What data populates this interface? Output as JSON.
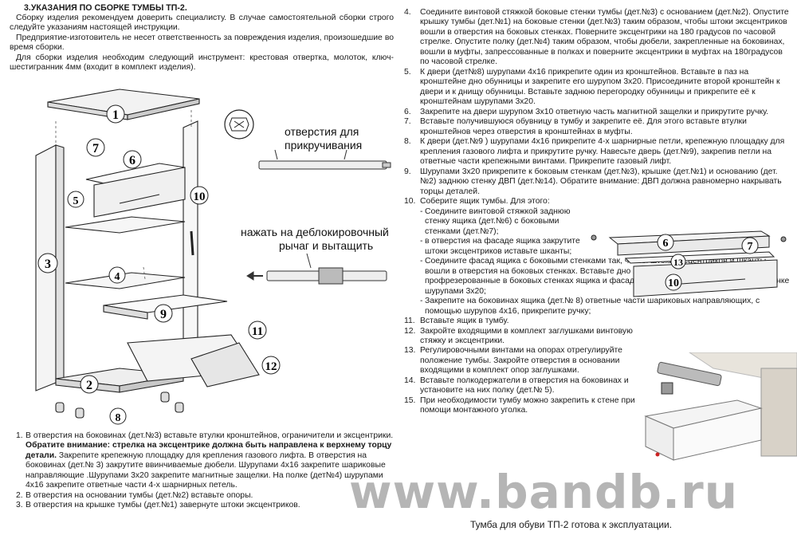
{
  "header": {
    "title": "3.УКАЗАНИЯ ПО СБОРКЕ ТУМБЫ ТП-2.",
    "p1": "Сборку изделия рекомендуем доверить специалисту. В случае самостоятельной сборки строго следуйте указаниям настоящей инструкции.",
    "p2": "Предприятие-изготовитель не несет ответственность за повреждения изделия, произошедшие во время сборки.",
    "p3": "Для сборки изделия необходим следующий инструмент: крестовая отвертка, молоток, ключ-шестигранник 4мм (входит в комплект изделия)."
  },
  "diagram": {
    "label_holes": "отверстия для",
    "label_holes2": "прикручивания",
    "label_lever": "нажать на деблокировочный",
    "label_lever2": "рычаг и вытащить",
    "parts": [
      "1",
      "2",
      "3",
      "4",
      "5",
      "6",
      "7",
      "8",
      "9",
      "10",
      "11",
      "12"
    ]
  },
  "steps_left": [
    {
      "num": "1.",
      "text": "В отверстия на боковинах (дет.№3)  вставьте втулки кронштейнов, ограничители и эксцентрики. ",
      "bold": "Обратите внимание: стрелка на эксцентрике  должна быть направлена к верхнему торцу детали.",
      "text2": " Закрепите крепежную площадку для крепления газового лифта. В отверстия на боковинах (дет.№ 3) закрутите ввинчиваемые дюбели. Шурупами 4х16 закрепите шариковые направляющие .Шурупами 3х20 закрепите магнитные защелки. На полке (дет№4) шурупами 4х16 закрепите ответные части 4-х шарнирных петель."
    },
    {
      "num": "2.",
      "text": "В отверстия на основании тумбы (дет.№2) вставьте опоры."
    },
    {
      "num": "3.",
      "text": "В отверстия на крышке тумбы (дет.№1) завернуте штоки эксцентриков."
    }
  ],
  "steps_right": [
    {
      "num": "4.",
      "text": "Соедините винтовой стяжкой  боковые стенки тумбы (дет.№3) с основанием (дет.№2). Опустите крышку тумбы (дет.№1) на боковые  стенки (дет.№3) таким образом, чтобы штоки эксцентриков вошли в отверстия на боковых стенках.  Поверните эксцентрики на 180 градусов по часовой стрелке. Опустите полку (дет.№4) таким образом, чтобы дюбели, закрепленные на боковинах, вошли в муфты, запрессованные в полках и поверните эксцентрики в муфтах на 180градусов по часовой  стрелке."
    },
    {
      "num": "5.",
      "text": "К двери (дет№8) шурупами 4х16 прикрепите один из кронштейнов. Вставьте в паз на кронштейне дно обунницы и закрепите его шурупом 3х20. Присоедините второй кронштейн к двери и к днищу обунницы. Вставьте заднюю перегородку обунницы и прикрепите её к кронштейнам шурупами 3х20."
    },
    {
      "num": "6.",
      "text": "Закрепите на двери шурупом 3х10 ответную часть магнитной защелки  и прикрутите ручку."
    },
    {
      "num": "7.",
      "text": "Вставьте получившуюся обувницу в тумбу и закрепите её. Для этого вставьте втулки кронштейнов через отверстия в кронштейнах в муфты."
    },
    {
      "num": "8.",
      "text": "К двери (дет.№9 ) шурупами 4х16 прикрепите 4-х шарнирные петли, крепежную площадку для крепления газового лифта и прикрутите ручку. Навесьте  дверь  (дет.№9), закрепив петли на ответные части крепежными винтами. Прикрепите газовый лифт."
    },
    {
      "num": "9.",
      "text": "Шурупами 3х20  прикрепите к боковым стенкам (дет.№3), крышке (дет.№1) и основанию (дет.№2) заднюю стенку ДВП (дет.№14). Обратите  внимание: ДВП должна равномерно накрывать торцы деталей."
    },
    {
      "num": "10.",
      "text": "Соберите ящик тумбы. Для этого:"
    }
  ],
  "steps_sub": [
    "Соедините винтовой стяжкой заднюю стенку ящика (дет.№6) с боковыми стенками (дет.№7);",
    "в отверстия на фасаде ящика закрутите штоки  эксцентриков иставьте шканты;",
    "Соедините фасад ящика с боковыми стенками так, чтобы штоки эксцентриков и шканты вошли в отверстия на боковых стенках. Вставьте дно ящика (дет.№13) в пазы, профрезерованные в боковых стенках ящика и фасаде. Закрепите дно ящика к задней стенке шурупами 3х20;",
    "Закрепите на боковинах ящика (дет.№ 8) ответные части  шариковых направляющих, с помощью шурупов 4х16, прикрепите ручку;"
  ],
  "steps_right2": [
    {
      "num": "11.",
      "text": "Вставьте ящик в тумбу."
    },
    {
      "num": "12.",
      "text": "Закройте входящими в комплект заглушками винтовую стяжку и эксцентрики."
    },
    {
      "num": "13.",
      "text": "Регулировочными винтами на опорах отрегулируйте положение тумбы. Закройте отверстия  в основании входящими в комплект опор заглушками."
    },
    {
      "num": "14.",
      "text": "Вставьте полкодержатели в  отверстия на боковинах и установите на них полку (дет.№ 5)."
    },
    {
      "num": "15.",
      "text": "При необходимости тумбу можно закрепить к стене при помощи монтажного уголка."
    }
  ],
  "drawer_parts": [
    "6",
    "7",
    "13",
    "10"
  ],
  "final_text": "Тумба для обуви ТП-2 готова к эксплуатации.",
  "watermark": "www.bandb.ru"
}
